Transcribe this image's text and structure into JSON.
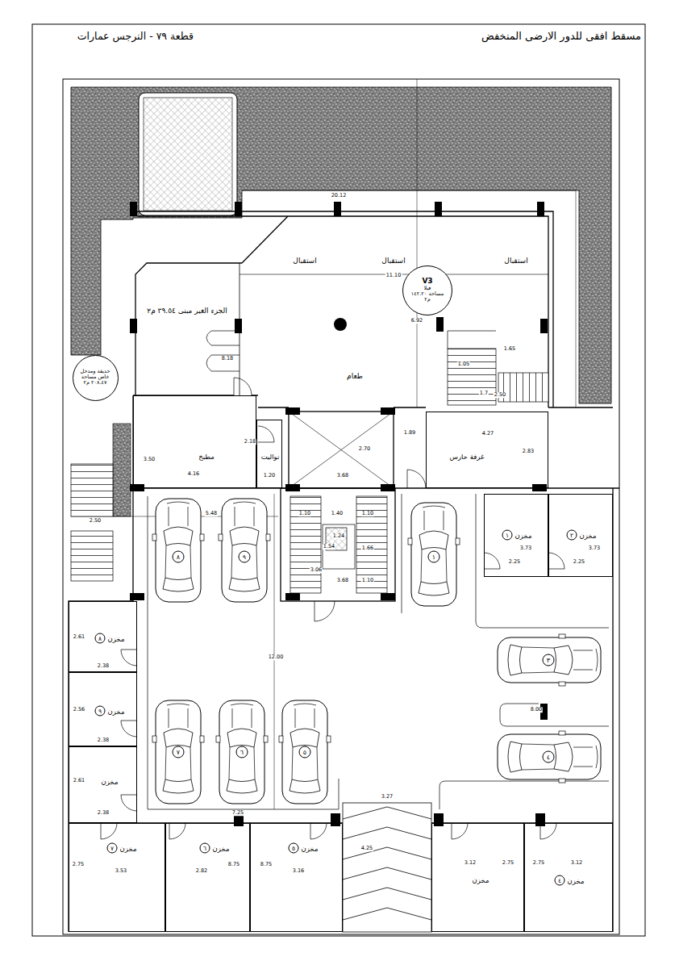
{
  "diagram": {
    "title": "مسقط افقى للدور الارضى المنخفض",
    "nodes": [
      {
        "text": [
          "حديقة ومدخل خاص مساحة ٢٠٨.٤٧ م٢"
        ]
      },
      {
        "text": [
          "V3",
          "فيلا",
          "مساحة ١٤٢.٢٠ م٢"
        ]
      },
      {
        "text": [
          "مطبخ"
        ]
      },
      {
        "text": [
          "تواليت"
        ]
      },
      {
        "text": [
          "غرفة حارس"
        ]
      },
      {
        "text": [
          "مخزن",
          "١"
        ]
      },
      {
        "text": [
          "مخزن",
          "٢"
        ]
      },
      {
        "text": [
          "مخزن",
          "٨"
        ]
      },
      {
        "text": [
          "مخزن",
          "٩"
        ]
      },
      {
        "text": [
          "مخزن"
        ]
      },
      {
        "text": [
          "مخزن",
          "٧"
        ]
      },
      {
        "text": [
          "مخزن",
          "٦"
        ]
      },
      {
        "text": [
          "مخزن",
          "٥"
        ]
      },
      {
        "text": [
          "مخزن"
        ]
      },
      {
        "text": [
          "مخزن",
          "٤"
        ]
      }
    ],
    "labels": [
      "قطعة ٧٩ - النرجس عمارات",
      "استقبال",
      "استقبال",
      "استقبال",
      "طعام",
      "الجزء الغير مبنى ٣٩.٥٤ م٢",
      "٨",
      "٩",
      "١",
      "٣",
      "٤",
      "٧",
      "٦",
      "٥",
      "20.12",
      "11.10",
      "6.92",
      "8.18",
      "1.65",
      "1.05",
      "1.7",
      "2.50",
      "4.27",
      "2.83",
      "1.89",
      "2.70",
      "3.68",
      "2.18",
      "1.20",
      "4.16",
      "3.50",
      "2.50",
      "5.48",
      "1.10",
      "1.40",
      "1.10",
      "1.24",
      "1.54",
      "1.66",
      "3.06",
      "3.68",
      "1.10",
      "3.73",
      "2.25",
      "3.73",
      "2.25",
      "12.00",
      "8.00",
      "2.38",
      "2.61",
      "2.56",
      "2.38",
      "2.61",
      "2.38",
      "7.25",
      "3.27",
      "4.25",
      "2.75",
      "3.53",
      "2.82",
      "8.75",
      "8.75",
      "3.16",
      "3.12",
      "2.75",
      "2.75",
      "3.12"
    ]
  }
}
